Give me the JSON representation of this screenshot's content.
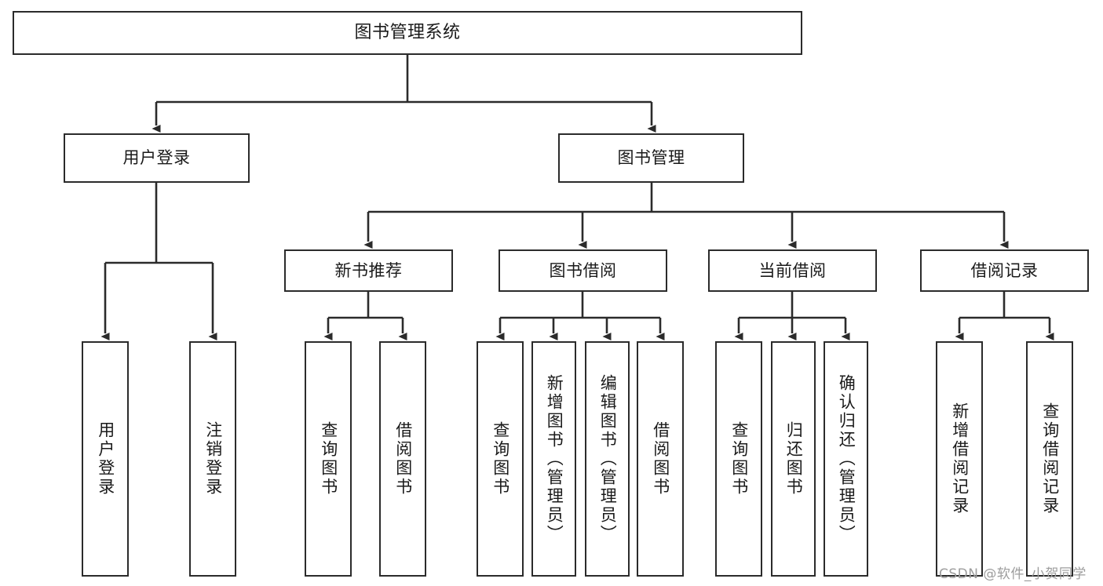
{
  "diagram": {
    "title": "图书管理系统",
    "type": "tree-hierarchy",
    "watermark": "CSDN @软件_小贺同学",
    "colors": {
      "box_border": "#2b2b2b",
      "box_fill": "#ffffff",
      "connector": "#2b2b2b",
      "text": "#1a1a1a",
      "watermark": "#9d9d9d"
    },
    "levels": {
      "root": "图书管理系统",
      "level1": [
        "用户登录",
        "图书管理"
      ],
      "level2": [
        "新书推荐",
        "图书借阅",
        "当前借阅",
        "借阅记录"
      ]
    },
    "nodes": {
      "root": {
        "label": "图书管理系统"
      },
      "user_login": {
        "label": "用户登录"
      },
      "book_manage": {
        "label": "图书管理"
      },
      "new_book_rec": {
        "label": "新书推荐"
      },
      "book_borrow": {
        "label": "图书借阅"
      },
      "current_borrow": {
        "label": "当前借阅"
      },
      "borrow_record": {
        "label": "借阅记录"
      },
      "leaf_user_login": {
        "label": "用户登录"
      },
      "leaf_logout": {
        "label": "注销登录"
      },
      "leaf_query_book_1": {
        "label": "查询图书"
      },
      "leaf_borrow_book_1": {
        "label": "借阅图书"
      },
      "leaf_query_book_2": {
        "label": "查询图书"
      },
      "leaf_add_book": {
        "label": "新增图书（管理员）"
      },
      "leaf_edit_book": {
        "label": "编辑图书（管理员）"
      },
      "leaf_borrow_book_2": {
        "label": "借阅图书"
      },
      "leaf_query_book_3": {
        "label": "查询图书"
      },
      "leaf_return_book": {
        "label": "归还图书"
      },
      "leaf_confirm_return": {
        "label": "确认归还（管理员）"
      },
      "leaf_add_record": {
        "label": "新增借阅记录"
      },
      "leaf_query_record": {
        "label": "查询借阅记录"
      }
    }
  }
}
